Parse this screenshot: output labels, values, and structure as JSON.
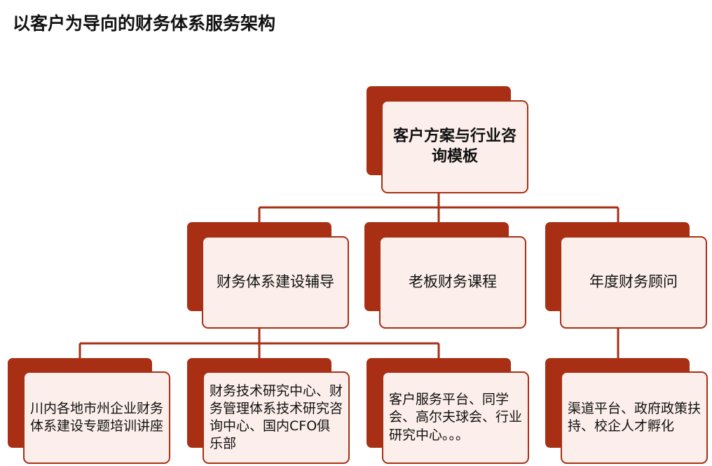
{
  "title": "以客户为导向的财务体系服务架构",
  "colors": {
    "accent": "#a82f14",
    "box_fill": "#fceeea",
    "text": "#111111"
  },
  "diagram": {
    "root": {
      "label": "客户方案与行业咨询模板"
    },
    "level2": [
      {
        "label": "财务体系建设辅导"
      },
      {
        "label": "老板财务课程"
      },
      {
        "label": "年度财务顾问"
      }
    ],
    "level3": [
      {
        "label": "川内各地市州企业财务体系建设专题培训讲座"
      },
      {
        "label": "财务技术研究中心、财务管理体系技术研究咨询中心、国内CFO俱乐部"
      },
      {
        "label": "客户服务平台、同学会、高尔夫球会、行业研究中心。。。"
      },
      {
        "label": "渠道平台、政府政策扶持、校企人才孵化"
      }
    ]
  }
}
